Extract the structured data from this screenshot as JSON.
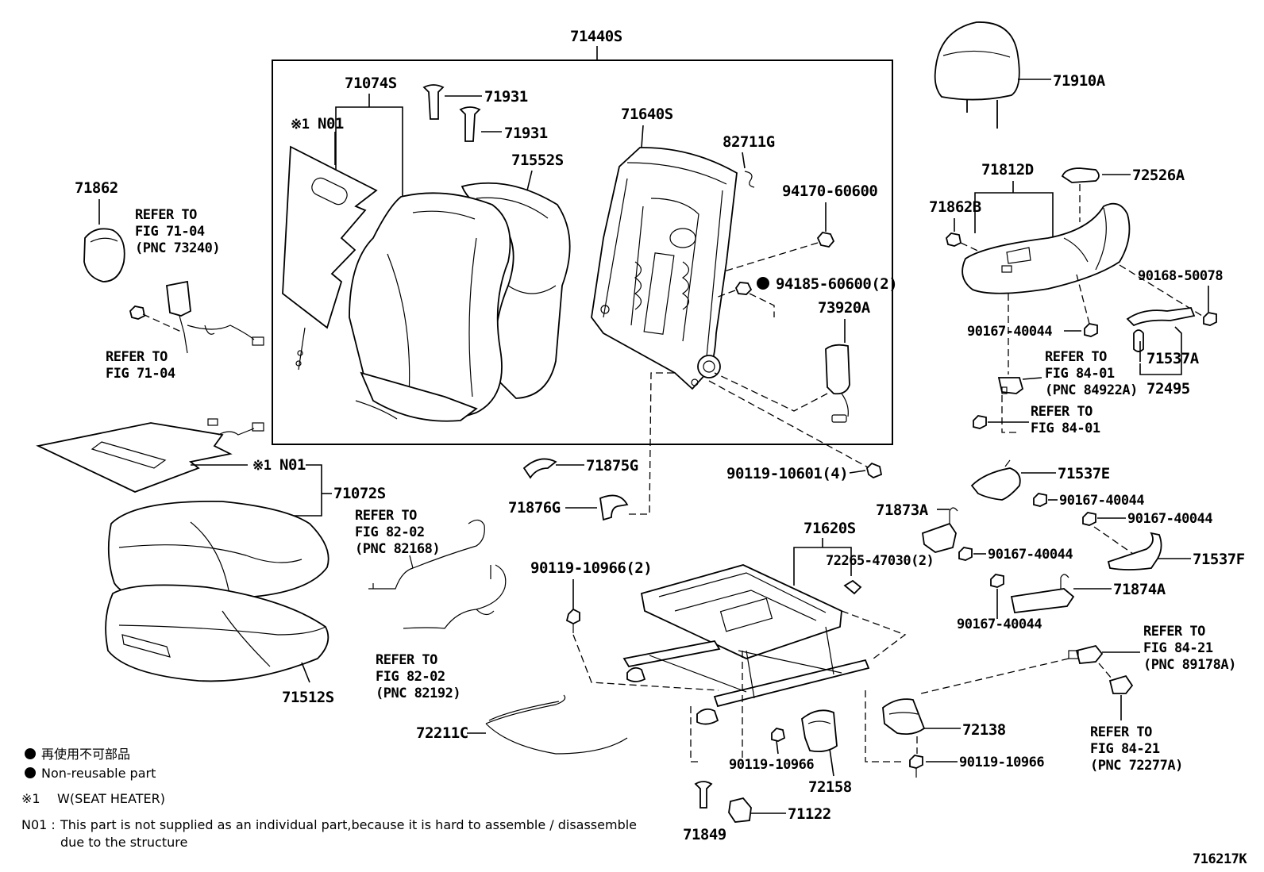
{
  "diagram_id": "716217K",
  "labels": {
    "l71440S": "71440S",
    "l71074S": "71074S",
    "n01_top_mark": "※1",
    "n01_top": "N01",
    "l71931a": "71931",
    "l71931b": "71931",
    "l71552S": "71552S",
    "l71640S": "71640S",
    "l82711G": "82711G",
    "l94170": "94170-60600",
    "l94185": "94185-60600(2)",
    "l73920A": "73920A",
    "l71862": "71862",
    "refer_71_04_a": [
      "REFER TO",
      "FIG 71-04",
      "(PNC 73240)"
    ],
    "refer_71_04_b": [
      "REFER TO",
      "FIG 71-04"
    ],
    "n01_mid_mark": "※1",
    "n01_mid": "N01",
    "l71072S": "71072S",
    "l71875G": "71875G",
    "l71876G": "71876G",
    "l90119_10601": "90119-10601(4)",
    "refer_82_02_a": [
      "REFER TO",
      "FIG 82-02",
      "(PNC 82168)"
    ],
    "refer_82_02_b": [
      "REFER TO",
      "FIG 82-02",
      "(PNC 82192)"
    ],
    "l71512S": "71512S",
    "l90119_10966_2": "90119-10966(2)",
    "l71620S": "71620S",
    "l72265": "72265-47030(2)",
    "l72211C": "72211C",
    "l71910A": "71910A",
    "l71812D": "71812D",
    "l72526A": "72526A",
    "l71862B": "71862B",
    "l90168": "90168-50078",
    "l90167_a": "90167-40044",
    "refer_84_01_a": [
      "REFER TO",
      "FIG 84-01",
      "(PNC 84922A)"
    ],
    "l71537A": "71537A",
    "l72495": "72495",
    "refer_84_01_b": [
      "REFER TO",
      "FIG 84-01"
    ],
    "l71537E": "71537E",
    "l90167_b": "90167-40044",
    "l71873A": "71873A",
    "l90167_c": "90167-40044",
    "l90167_d": "90167-40044",
    "l71537F": "71537F",
    "l71874A": "71874A",
    "l90167_e": "90167-40044",
    "refer_84_21_a": [
      "REFER TO",
      "FIG 84-21",
      "(PNC 89178A)"
    ],
    "refer_84_21_b": [
      "REFER TO",
      "FIG 84-21",
      "(PNC 72277A)"
    ],
    "l72138": "72138",
    "l90119_10966_a": "90119-10966",
    "l90119_10966_b": "90119-10966",
    "l72158": "72158",
    "l71122": "71122",
    "l71849": "71849"
  },
  "legend": {
    "nonreusable_jp": "再使用不可部品",
    "nonreusable_en": "Non-reusable part",
    "note1_mark": "※1",
    "note1_text": "W(SEAT  HEATER)",
    "n01_key": "N01 :",
    "n01_line1": "This part is not supplied as an individual part,because it is hard to assemble / disassemble",
    "n01_line2": "due to the structure"
  }
}
